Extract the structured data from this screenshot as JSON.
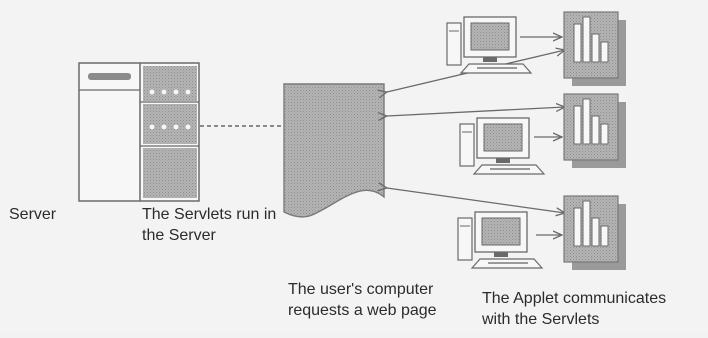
{
  "labels": {
    "server": "Server",
    "servlets_line1": "The Servlets run in",
    "servlets_line2": "the Server",
    "user_line1": "The user's computer",
    "user_line2": "requests a web page",
    "applet_line1": "The Applet communicates",
    "applet_line2": "with the Servlets"
  },
  "colors": {
    "background": "#f3f3f3",
    "outline": "#6a6a6a",
    "shaded_fill": "#a9a9a9",
    "text": "#2b2b2b"
  }
}
